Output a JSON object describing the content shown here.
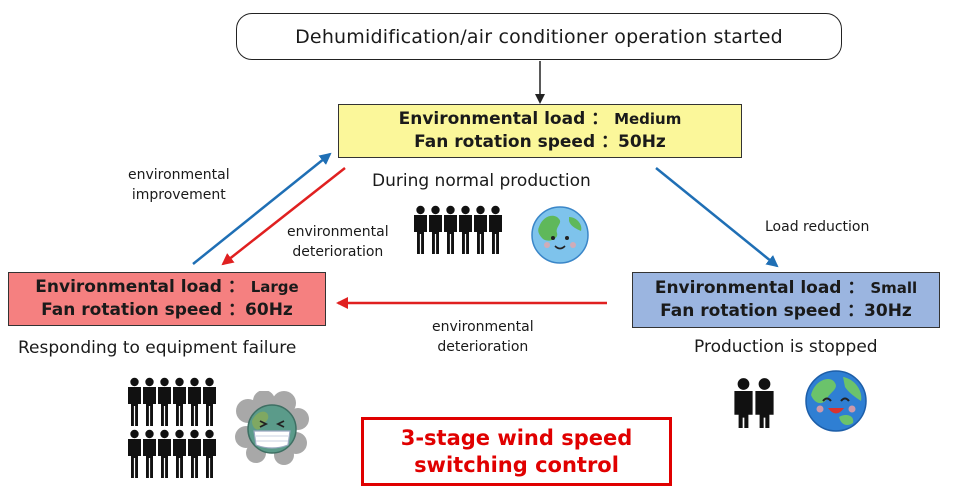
{
  "start": {
    "label": "Dehumidification/air conditioner operation started"
  },
  "states": {
    "medium": {
      "load_label": "Environmental load ：",
      "load_value": "Medium",
      "fan_label": "Fan rotation speed ：",
      "fan_value": "50Hz",
      "caption": "During normal production"
    },
    "large": {
      "load_label": "Environmental load ：",
      "load_value": "Large",
      "fan_label": "Fan rotation speed ：",
      "fan_value": "60Hz",
      "caption": "Responding to equipment failure"
    },
    "small": {
      "load_label": "Environmental load ：",
      "load_value": "Small",
      "fan_label": "Fan rotation speed ：",
      "fan_value": "30Hz",
      "caption": "Production is stopped"
    }
  },
  "transitions": {
    "improvement": [
      "environmental",
      "improvement"
    ],
    "deterioration_upper": [
      "environmental",
      "deterioration"
    ],
    "deterioration_lower": [
      "environmental",
      "deterioration"
    ],
    "load_reduction": "Load reduction"
  },
  "control": {
    "line1": "3-stage wind speed",
    "line2": "switching control"
  },
  "colors": {
    "blue_arrow": "#1f6fb5",
    "red_arrow": "#e02020",
    "medium_fill": "#fbf79a",
    "large_fill": "#f58080",
    "small_fill": "#9bb5e0",
    "control_red": "#e00000"
  },
  "icons": {
    "people": "person-group-icon",
    "earth_happy": "earth-smile-icon",
    "earth_sick": "earth-sick-icon"
  }
}
